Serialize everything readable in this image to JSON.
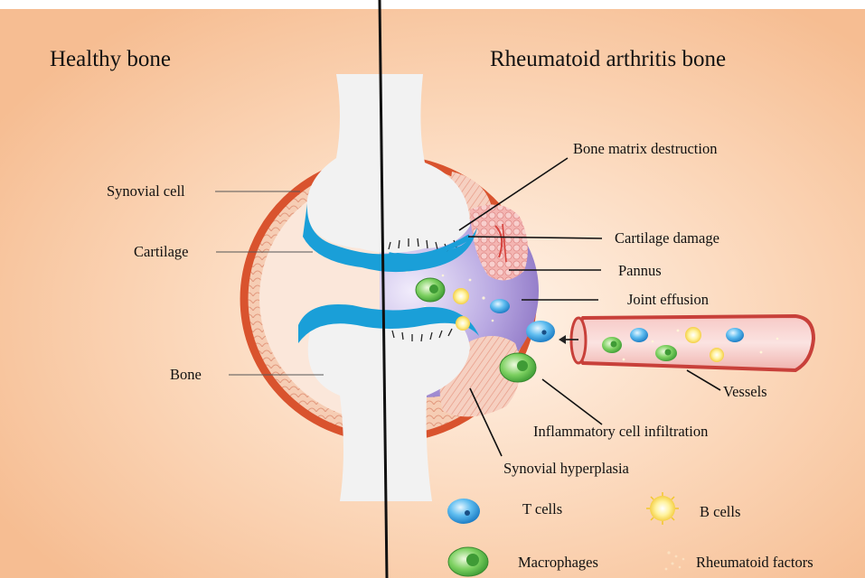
{
  "titles": {
    "healthy": "Healthy bone",
    "ra": "Rheumatoid arthritis bone"
  },
  "labels": {
    "synovial_cell": "Synovial cell",
    "cartilage": "Cartilage",
    "bone": "Bone",
    "bone_matrix_destruction": "Bone matrix destruction",
    "cartilage_damage": "Cartilage damage",
    "pannus": "Pannus",
    "joint_effusion": "Joint effusion",
    "vessels": "Vessels",
    "inflammatory_cell_infiltration": "Inflammatory cell infiltration",
    "synovial_hyperplasia": "Synovial hyperplasia"
  },
  "legend": {
    "t_cells": "T cells",
    "b_cells": "B cells",
    "macrophages": "Macrophages",
    "rheumatoid_factors": "Rheumatoid factors"
  },
  "colors": {
    "background_peach": "#f7c6a2",
    "glow": "#fff3e8",
    "capsule_red": "#d9532e",
    "cartilage_blue": "#1a9fd8",
    "bone_white": "#f2f2f2",
    "effusion_purple": "#9b86cf",
    "pannus_pink": "#f0a6a6",
    "vessel_red": "#c8403a",
    "t_cell_blue": "#3aa7e6",
    "macrophage_green": "#5cbf4a",
    "b_cell_yellow": "#f6e04a"
  }
}
